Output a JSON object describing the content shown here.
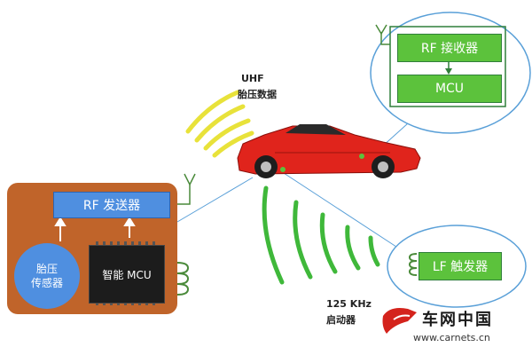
{
  "transmitter_module": {
    "rf_transmitter": "RF 发送器",
    "pressure_sensor": "胎压\n传感器",
    "mcu": "智能 MCU"
  },
  "vehicle_receiver": {
    "rf_receiver": "RF 接收器",
    "mcu": "MCU"
  },
  "lf_trigger": "LF 触发器",
  "signals": {
    "uhf_band": "UHF",
    "uhf_payload": "胎压数据",
    "lf_band": "125 KHz",
    "lf_payload": "启动器"
  },
  "watermark": {
    "brand": "车网中国",
    "url": "www.carnets.cn"
  },
  "colors": {
    "module_body": "#c0642a",
    "blue_box": "#4f8fe0",
    "green_box": "#5cc23c",
    "uhf_wave": "#e8e23a",
    "lf_wave": "#3fb83a",
    "car": "#e0241c"
  }
}
